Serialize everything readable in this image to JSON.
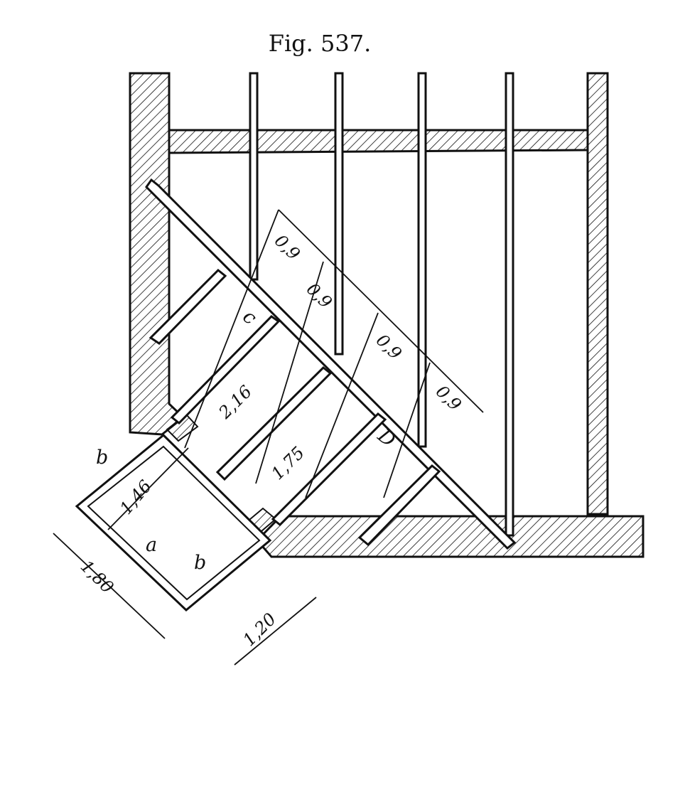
{
  "figure": {
    "title": "Fig. 537."
  },
  "labels": {
    "c": "c",
    "d": "D",
    "a": "a",
    "b_upper": "b",
    "b_lower": "b"
  },
  "dimensions": {
    "d09_1": "0,9",
    "d09_2": "0,9",
    "d09_3": "0,9",
    "d09_4": "0,9",
    "d216": "2,16",
    "d175": "1,75",
    "d146": "1,46",
    "d180": "1,80",
    "d120": "1,20"
  },
  "colors": {
    "ink": "#111111",
    "paper": "#ffffff"
  }
}
